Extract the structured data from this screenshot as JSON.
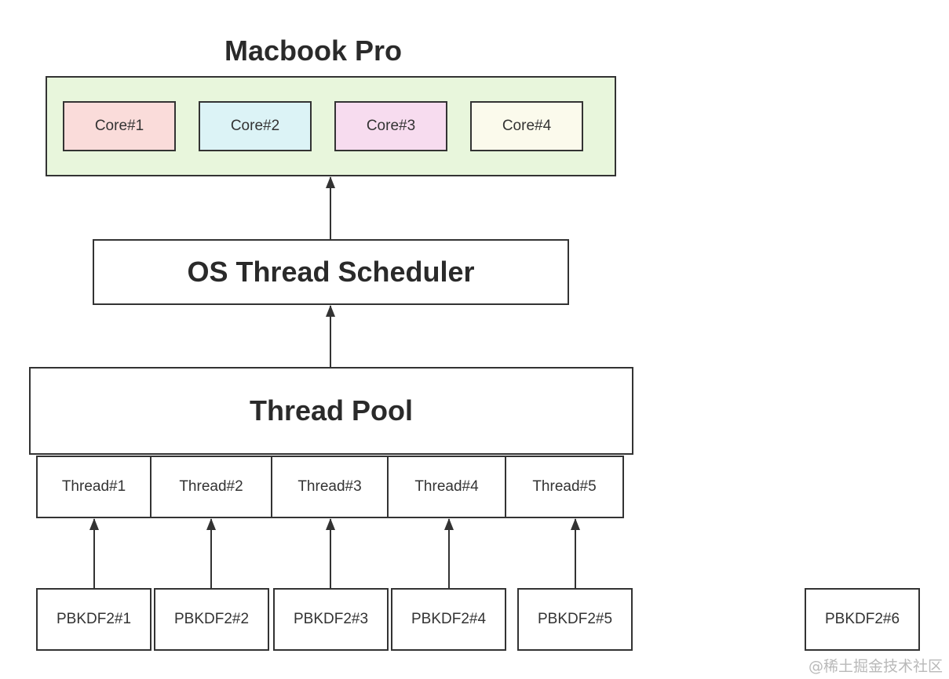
{
  "machine": {
    "title": "Macbook Pro",
    "bg_color": "#e8f6dc",
    "cores": [
      {
        "label": "Core#1",
        "color": "#fadcda"
      },
      {
        "label": "Core#2",
        "color": "#dcf3f6"
      },
      {
        "label": "Core#3",
        "color": "#f7dcef"
      },
      {
        "label": "Core#4",
        "color": "#fbfaec"
      }
    ]
  },
  "scheduler": {
    "label": "OS Thread Scheduler"
  },
  "pool": {
    "label": "Thread Pool",
    "threads": [
      "Thread#1",
      "Thread#2",
      "Thread#3",
      "Thread#4",
      "Thread#5"
    ]
  },
  "tasks": [
    "PBKDF2#1",
    "PBKDF2#2",
    "PBKDF2#3",
    "PBKDF2#4",
    "PBKDF2#5",
    "PBKDF2#6"
  ],
  "watermark": "@稀土掘金技术社区"
}
